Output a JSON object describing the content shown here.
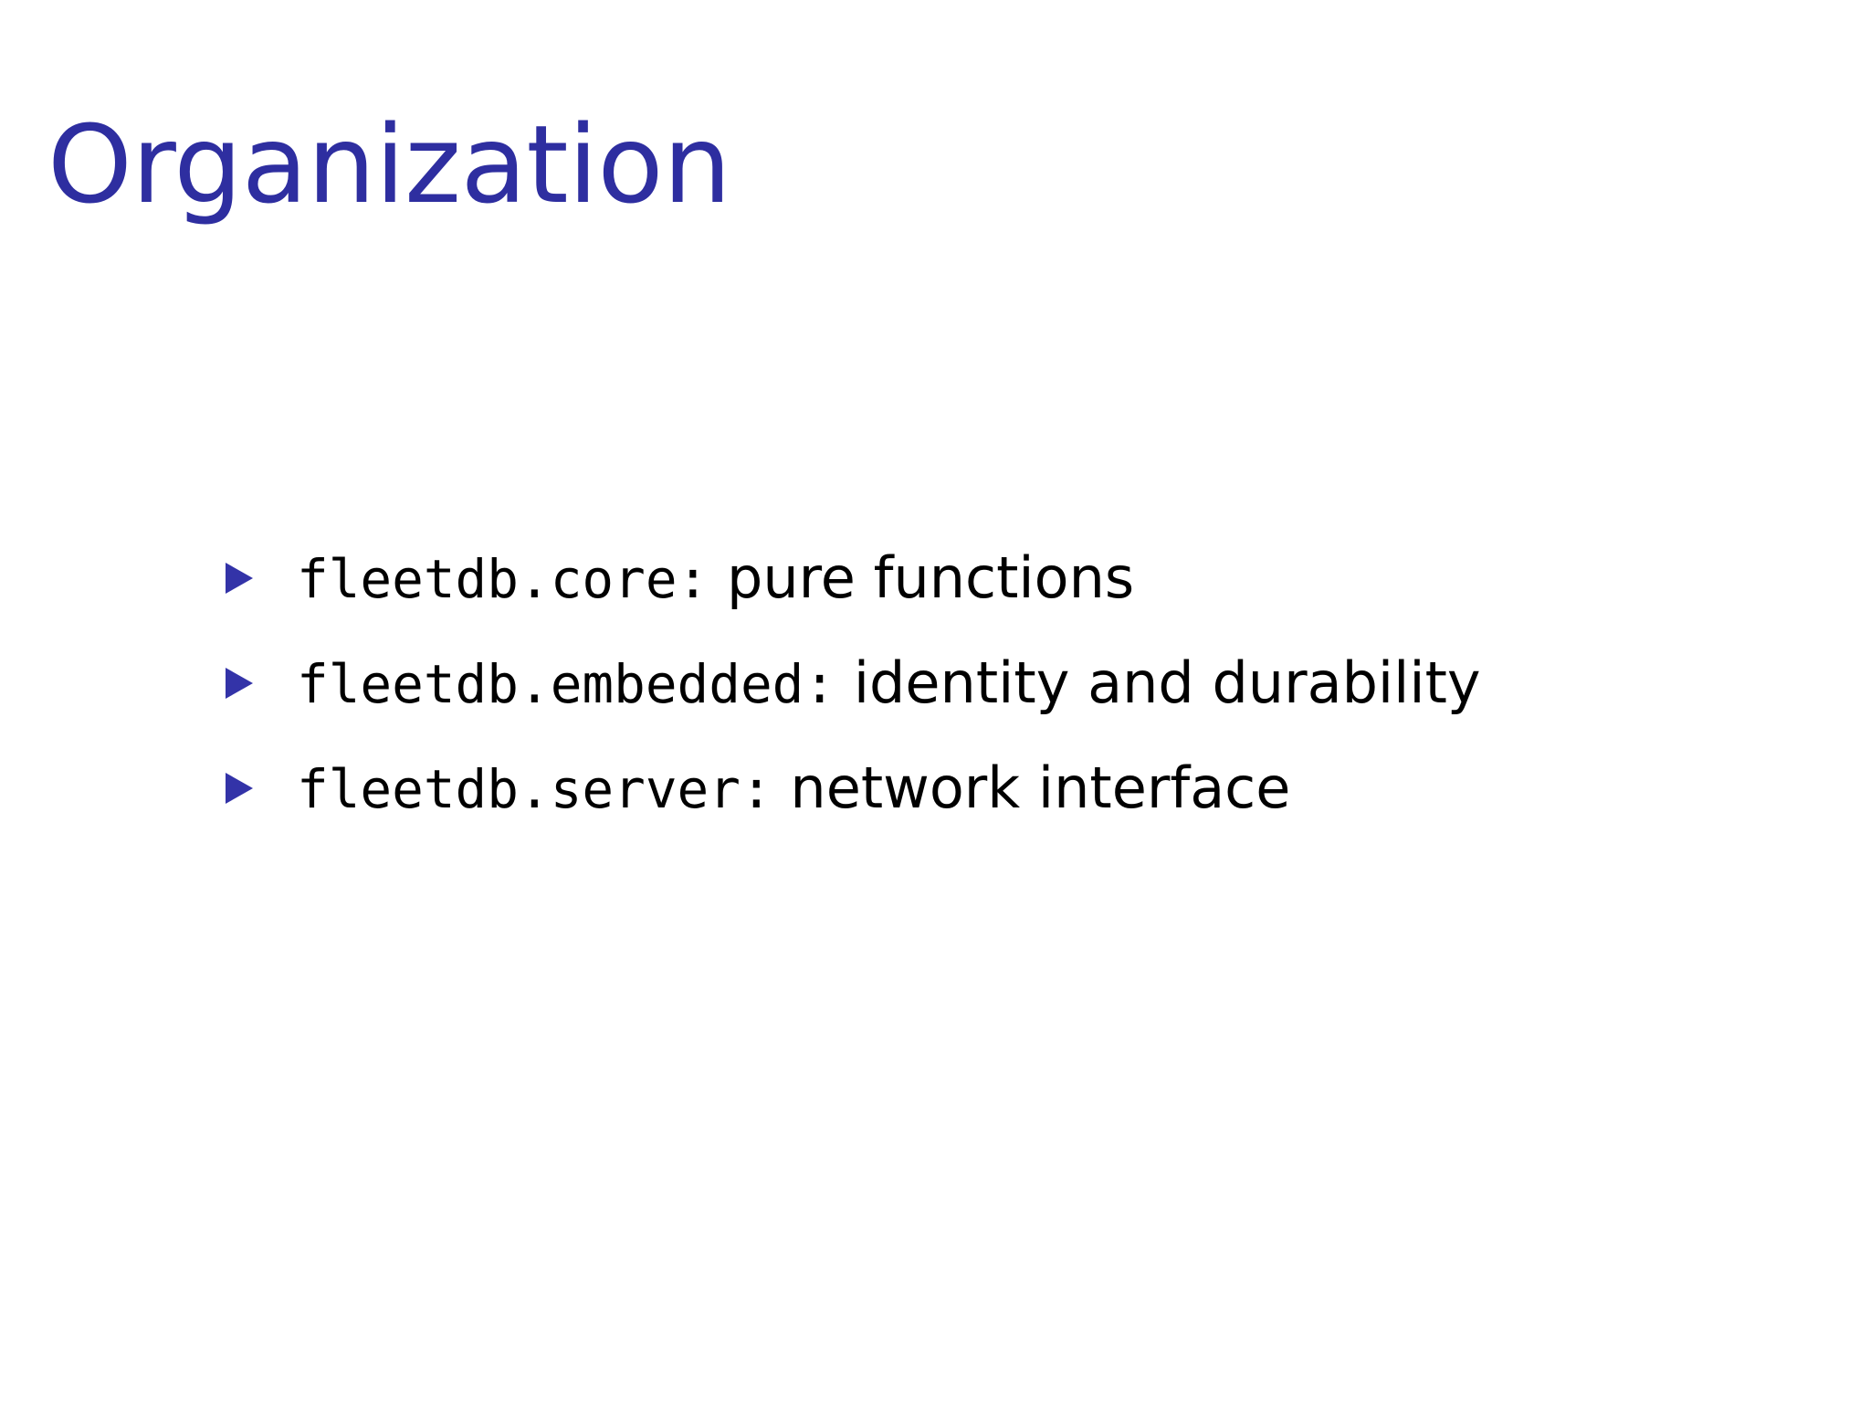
{
  "slide": {
    "title": "Organization",
    "title_color": "#2e2ea0",
    "background_color": "#ffffff",
    "bullet_marker_color": "#3333a8",
    "body_text_color": "#000000",
    "marker_glyph": "triangle-right"
  },
  "bullets": [
    {
      "marker": "triangle-right-icon",
      "code": "fleetdb.core:",
      "description": "pure functions"
    },
    {
      "marker": "triangle-right-icon",
      "code": "fleetdb.embedded:",
      "description": "identity and durability"
    },
    {
      "marker": "triangle-right-icon",
      "code": "fleetdb.server:",
      "description": "network interface"
    }
  ]
}
